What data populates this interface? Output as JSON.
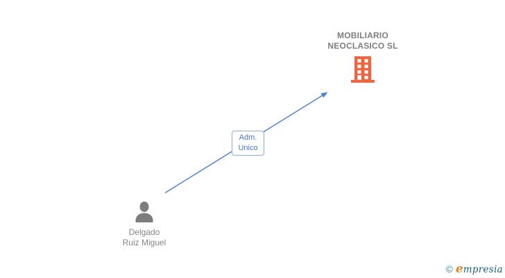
{
  "diagram": {
    "company": {
      "name": "MOBILIARIO NEOCLASICO SL",
      "name_line1": "MOBILIARIO",
      "name_line2": "NEOCLASICO SL",
      "label_color": "#7E7E7E",
      "icon": "building-icon",
      "icon_color": "#F4633C",
      "icon_window_color": "#FFFFFF"
    },
    "person": {
      "name": "Delgado Ruiz Miguel",
      "name_line1": "Delgado",
      "name_line2": "Ruiz Miguel",
      "label_color": "#838383",
      "icon": "person-icon",
      "icon_color": "#7D7D7D"
    },
    "relationship": {
      "label": "Adm. Unico",
      "label_line1": "Adm.",
      "label_line2": "Unico",
      "line_color": "#4A7DD6",
      "label_text_color": "#4573CB",
      "label_border_color": "#8BACE2"
    }
  },
  "footer": {
    "copyright_symbol": "©",
    "brand_name": "Empresia",
    "brand_first_letter": "e",
    "brand_rest": "mpresia",
    "copyright_color": "#3E8CB0",
    "brand_initial_color": "#E8821E",
    "brand_rest_color": "#1E607F"
  }
}
